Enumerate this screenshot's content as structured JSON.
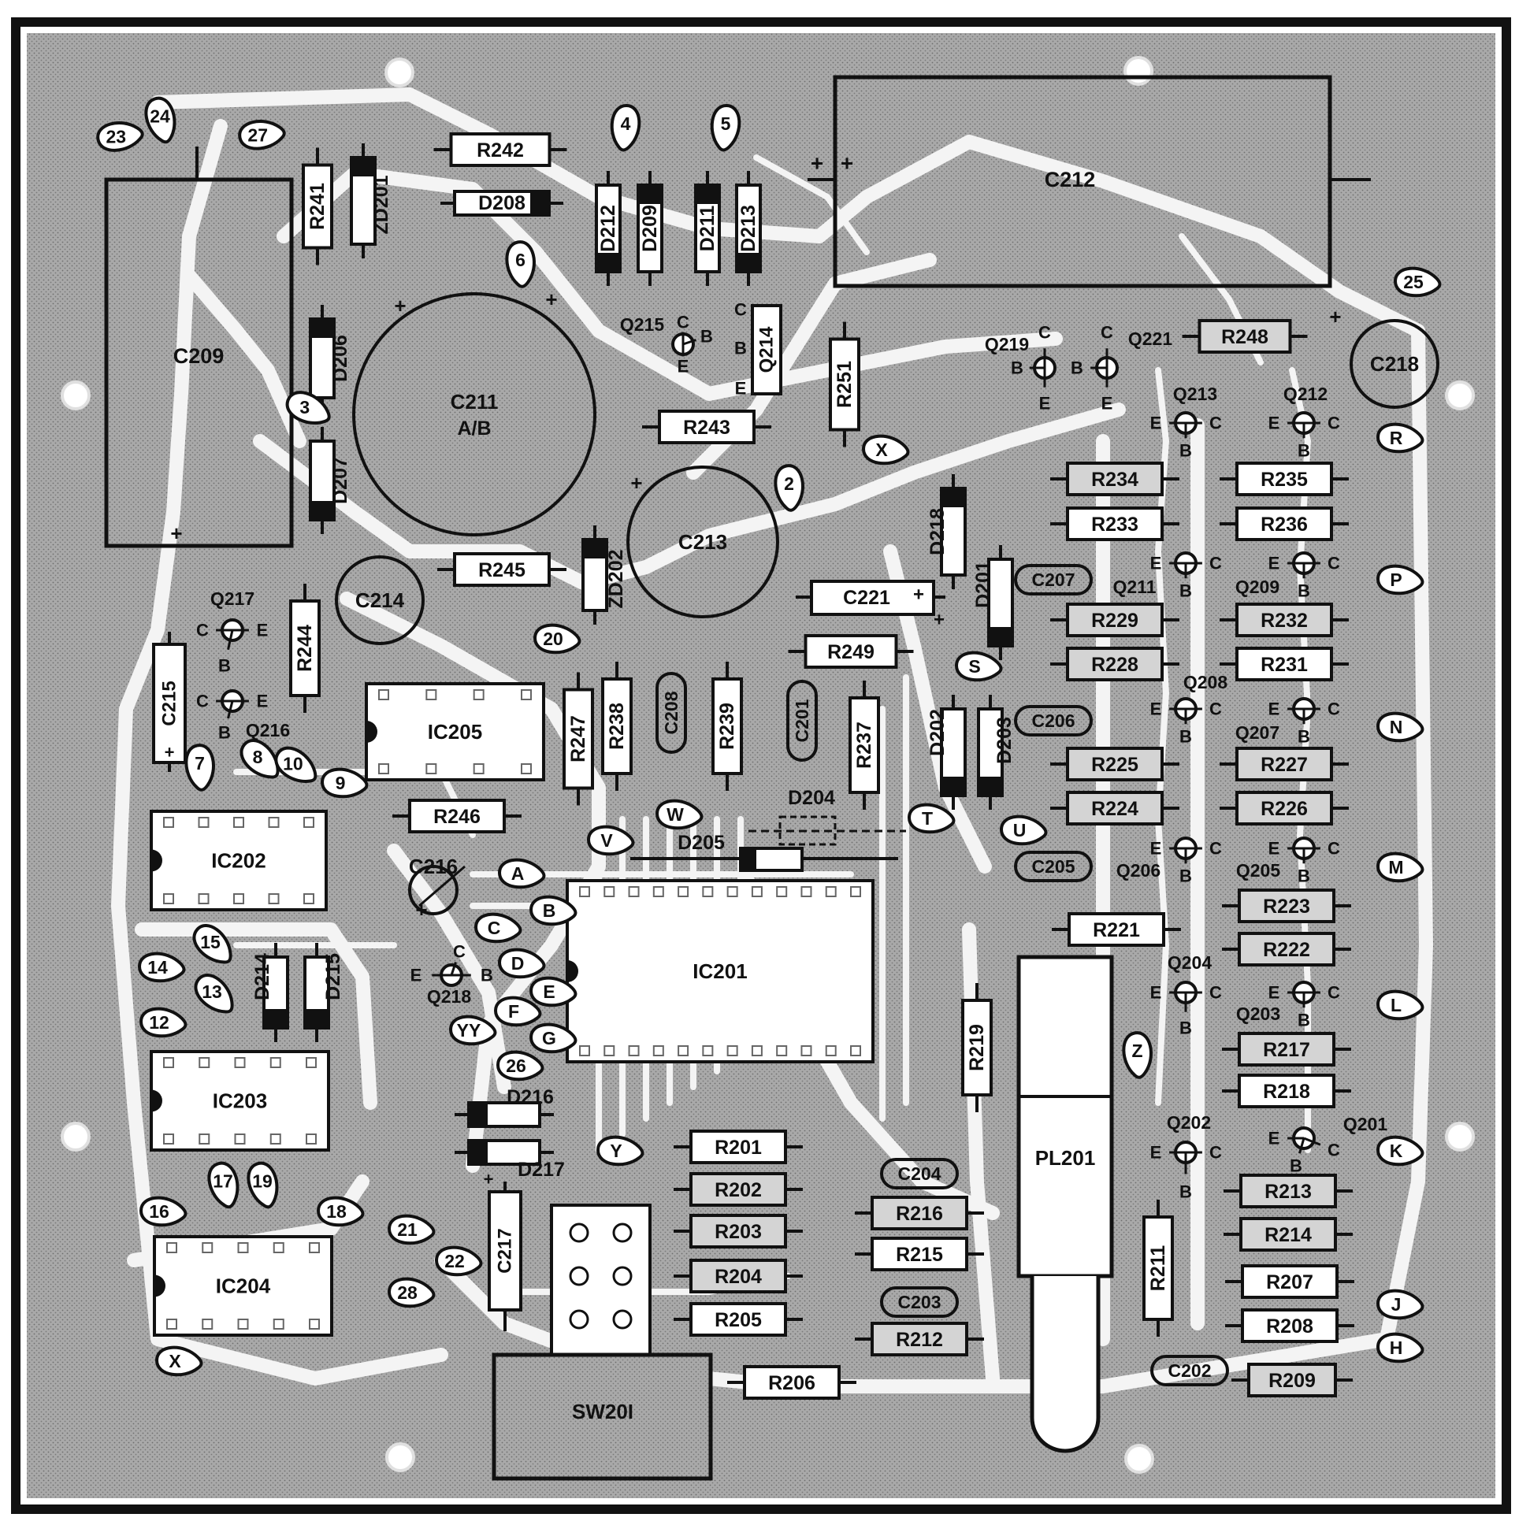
{
  "components": {
    "resistors": [
      {
        "id": "R242",
        "label": "R242"
      },
      {
        "id": "R241",
        "label": "R241"
      },
      {
        "id": "R243",
        "label": "R243"
      },
      {
        "id": "R251",
        "label": "R251"
      },
      {
        "id": "R248",
        "label": "R248"
      },
      {
        "id": "R245",
        "label": "R245"
      },
      {
        "id": "R244",
        "label": "R244"
      },
      {
        "id": "R246",
        "label": "R246"
      },
      {
        "id": "R247",
        "label": "R247"
      },
      {
        "id": "R238",
        "label": "R238"
      },
      {
        "id": "R239",
        "label": "R239"
      },
      {
        "id": "R237",
        "label": "R237"
      },
      {
        "id": "R249",
        "label": "R249"
      },
      {
        "id": "R234",
        "label": "R234"
      },
      {
        "id": "R235",
        "label": "R235"
      },
      {
        "id": "R233",
        "label": "R233"
      },
      {
        "id": "R236",
        "label": "R236"
      },
      {
        "id": "R229",
        "label": "R229"
      },
      {
        "id": "R232",
        "label": "R232"
      },
      {
        "id": "R228",
        "label": "R228"
      },
      {
        "id": "R231",
        "label": "R231"
      },
      {
        "id": "R225",
        "label": "R225"
      },
      {
        "id": "R227",
        "label": "R227"
      },
      {
        "id": "R224",
        "label": "R224"
      },
      {
        "id": "R226",
        "label": "R226"
      },
      {
        "id": "R221",
        "label": "R221"
      },
      {
        "id": "R223",
        "label": "R223"
      },
      {
        "id": "R222",
        "label": "R222"
      },
      {
        "id": "R219",
        "label": "R219"
      },
      {
        "id": "R217",
        "label": "R217"
      },
      {
        "id": "R218",
        "label": "R218"
      },
      {
        "id": "R201",
        "label": "R201"
      },
      {
        "id": "R202",
        "label": "R202"
      },
      {
        "id": "R203",
        "label": "R203"
      },
      {
        "id": "R204",
        "label": "R204"
      },
      {
        "id": "R205",
        "label": "R205"
      },
      {
        "id": "R206",
        "label": "R206"
      },
      {
        "id": "R216",
        "label": "R216"
      },
      {
        "id": "R215",
        "label": "R215"
      },
      {
        "id": "R212",
        "label": "R212"
      },
      {
        "id": "R211",
        "label": "R211"
      },
      {
        "id": "R213",
        "label": "R213"
      },
      {
        "id": "R214",
        "label": "R214"
      },
      {
        "id": "R207",
        "label": "R207"
      },
      {
        "id": "R208",
        "label": "R208"
      },
      {
        "id": "R209",
        "label": "R209"
      }
    ],
    "capacitors": [
      {
        "id": "C209",
        "label": "C209"
      },
      {
        "id": "C211",
        "label": "C211",
        "label2": "A/B"
      },
      {
        "id": "C212",
        "label": "C212"
      },
      {
        "id": "C213",
        "label": "C213"
      },
      {
        "id": "C214",
        "label": "C214"
      },
      {
        "id": "C218",
        "label": "C218"
      },
      {
        "id": "C221",
        "label": "C221"
      },
      {
        "id": "C215",
        "label": "C215"
      },
      {
        "id": "C216",
        "label": "C216"
      },
      {
        "id": "C217",
        "label": "C217"
      },
      {
        "id": "C201",
        "label": "C201"
      },
      {
        "id": "C208",
        "label": "C208"
      },
      {
        "id": "C207",
        "label": "C207"
      },
      {
        "id": "C206",
        "label": "C206"
      },
      {
        "id": "C205",
        "label": "C205"
      },
      {
        "id": "C204",
        "label": "C204"
      },
      {
        "id": "C203",
        "label": "C203"
      },
      {
        "id": "C202",
        "label": "C202"
      }
    ],
    "diodes": [
      {
        "id": "D208",
        "label": "D208"
      },
      {
        "id": "D212",
        "label": "D212"
      },
      {
        "id": "D209",
        "label": "D209"
      },
      {
        "id": "D211",
        "label": "D211"
      },
      {
        "id": "D213",
        "label": "D213"
      },
      {
        "id": "D206",
        "label": "D206"
      },
      {
        "id": "D207",
        "label": "D207"
      },
      {
        "id": "ZD201",
        "label": "ZD201"
      },
      {
        "id": "ZD202",
        "label": "ZD202"
      },
      {
        "id": "D218",
        "label": "D218"
      },
      {
        "id": "D201",
        "label": "D201"
      },
      {
        "id": "D202",
        "label": "D202"
      },
      {
        "id": "D203",
        "label": "D203"
      },
      {
        "id": "D204",
        "label": "D204"
      },
      {
        "id": "D205",
        "label": "D205"
      },
      {
        "id": "D214",
        "label": "D214"
      },
      {
        "id": "D215",
        "label": "D215"
      },
      {
        "id": "D216",
        "label": "D216"
      },
      {
        "id": "D217",
        "label": "D217"
      }
    ],
    "transistors": [
      {
        "id": "Q215",
        "label": "Q215"
      },
      {
        "id": "Q214",
        "label": "Q214"
      },
      {
        "id": "Q219",
        "label": "Q219"
      },
      {
        "id": "Q221",
        "label": "Q221"
      },
      {
        "id": "Q213",
        "label": "Q213"
      },
      {
        "id": "Q212",
        "label": "Q212"
      },
      {
        "id": "Q211",
        "label": "Q211"
      },
      {
        "id": "Q209",
        "label": "Q209"
      },
      {
        "id": "Q208",
        "label": "Q208"
      },
      {
        "id": "Q207",
        "label": "Q207"
      },
      {
        "id": "Q206",
        "label": "Q206"
      },
      {
        "id": "Q205",
        "label": "Q205"
      },
      {
        "id": "Q204",
        "label": "Q204"
      },
      {
        "id": "Q203",
        "label": "Q203"
      },
      {
        "id": "Q202",
        "label": "Q202"
      },
      {
        "id": "Q201",
        "label": "Q201"
      },
      {
        "id": "Q217",
        "label": "Q217"
      },
      {
        "id": "Q216",
        "label": "Q216"
      },
      {
        "id": "Q218",
        "label": "Q218"
      }
    ],
    "ics": [
      {
        "id": "IC201",
        "label": "IC201"
      },
      {
        "id": "IC202",
        "label": "IC202"
      },
      {
        "id": "IC203",
        "label": "IC203"
      },
      {
        "id": "IC204",
        "label": "IC204"
      },
      {
        "id": "IC205",
        "label": "IC205"
      }
    ],
    "others": [
      {
        "id": "PL201",
        "label": "PL201"
      },
      {
        "id": "SW201",
        "label": "SW20I"
      }
    ]
  },
  "terminals": [
    "2",
    "3",
    "4",
    "5",
    "6",
    "7",
    "8",
    "9",
    "10",
    "12",
    "13",
    "14",
    "15",
    "16",
    "17",
    "18",
    "19",
    "20",
    "21",
    "22",
    "23",
    "24",
    "25",
    "26",
    "27",
    "28",
    "A",
    "B",
    "C",
    "D",
    "E",
    "F",
    "G",
    "H",
    "J",
    "K",
    "L",
    "M",
    "N",
    "P",
    "R",
    "S",
    "T",
    "U",
    "V",
    "W",
    "X",
    "Y",
    "YY",
    "Z"
  ],
  "pins": {
    "e": "E",
    "b": "B",
    "c": "C",
    "plus": "+"
  }
}
